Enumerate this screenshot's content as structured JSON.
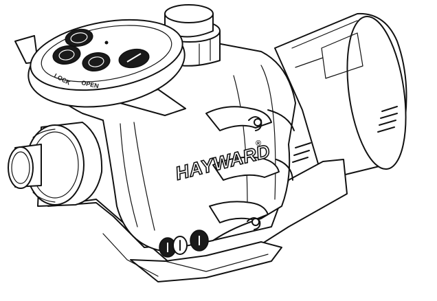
{
  "illustration": {
    "brand_label": "HAYWARD",
    "brand_mark": "®",
    "lid_labels": {
      "open": "OPEN",
      "lock": "LOCK"
    }
  }
}
